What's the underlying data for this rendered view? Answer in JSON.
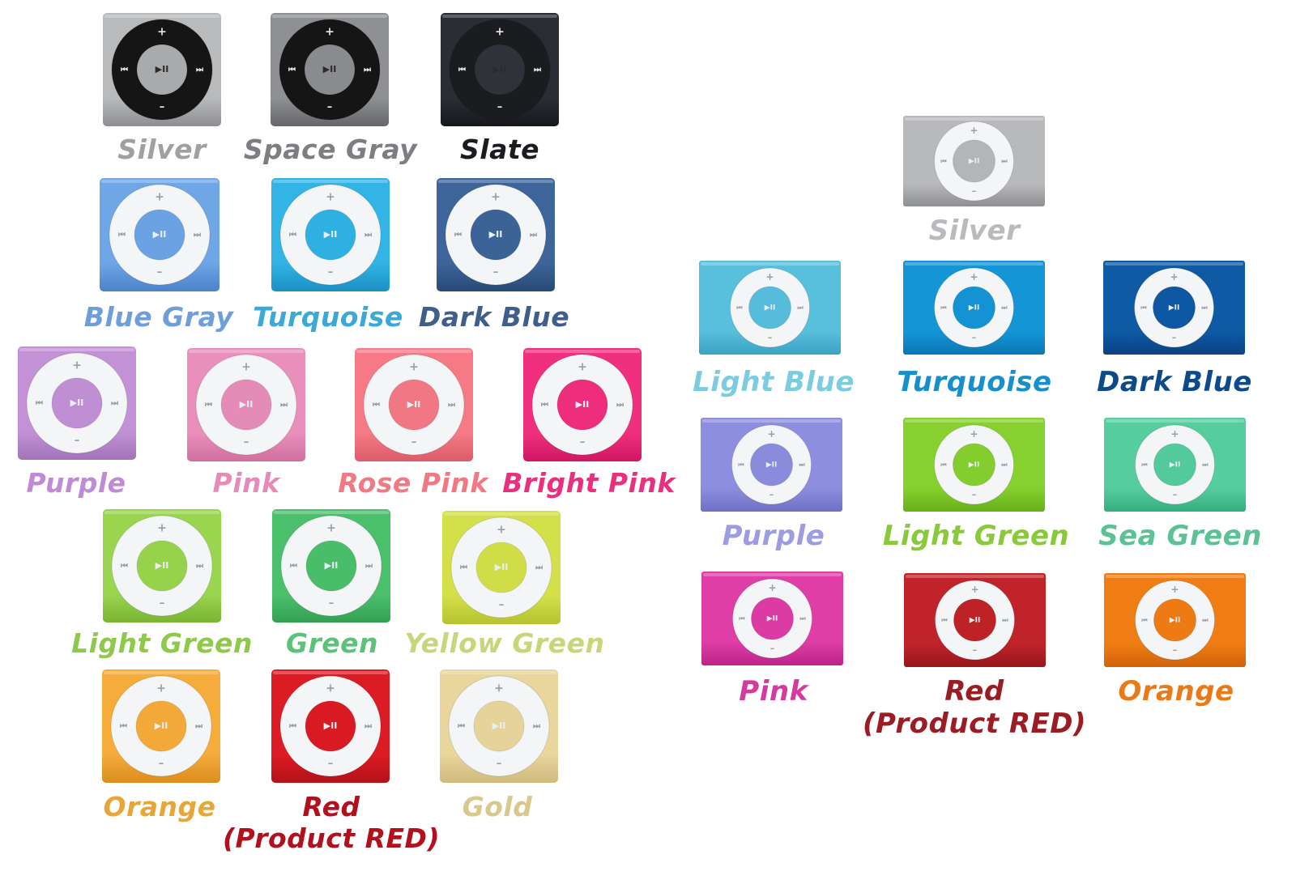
{
  "groups": {
    "shuffle_4th_gen": {
      "items": [
        {
          "id": "silver",
          "label": "Silver",
          "body": "#b9babc",
          "body_dark": "#8d8e91",
          "ring": "#151515",
          "center": "#a9aaac",
          "text": "#a0a0a3"
        },
        {
          "id": "space-gray",
          "label": "Space Gray",
          "body": "#8f9093",
          "body_dark": "#66676a",
          "ring": "#151515",
          "center": "#8a8b8e",
          "text": "#7d7e81"
        },
        {
          "id": "slate",
          "label": "Slate",
          "body": "#2a2d33",
          "body_dark": "#16181c",
          "ring": "#1b1c20",
          "center": "#2f3238",
          "text": "#1b1c20"
        },
        {
          "id": "blue-gray",
          "label": "Blue Gray",
          "body": "#6fa6e6",
          "body_dark": "#4b82c9",
          "ring": "#f4f5f7",
          "center": "#6aa2e3",
          "text": "#6f9fd8"
        },
        {
          "id": "turquoise",
          "label": "Turquoise",
          "body": "#32b4e6",
          "body_dark": "#1b8fc2",
          "ring": "#f4f5f7",
          "center": "#2fb0e2",
          "text": "#3aa9d6"
        },
        {
          "id": "dark-blue",
          "label": "Dark Blue",
          "body": "#3d6599",
          "body_dark": "#294a77",
          "ring": "#f4f5f7",
          "center": "#3c6396",
          "text": "#3f5f8a"
        },
        {
          "id": "purple",
          "label": "Purple",
          "body": "#c291d6",
          "body_dark": "#a273b8",
          "ring": "#f4f5f7",
          "center": "#bf8ed3",
          "text": "#c08bd6"
        },
        {
          "id": "pink",
          "label": "Pink",
          "body": "#e98fbb",
          "body_dark": "#cf6f9e",
          "ring": "#f4f5f7",
          "center": "#e58bb7",
          "text": "#e68ab8"
        },
        {
          "id": "rose-pink",
          "label": "Rose Pink",
          "body": "#f57a86",
          "body_dark": "#dc5c69",
          "ring": "#f4f5f7",
          "center": "#f27784",
          "text": "#f07984"
        },
        {
          "id": "bright-pink",
          "label": "Bright Pink",
          "body": "#f0307e",
          "body_dark": "#cf1762",
          "ring": "#f4f5f7",
          "center": "#ee2d7c",
          "text": "#ea2f7e"
        },
        {
          "id": "light-green",
          "label": "Light Green",
          "body": "#9ad54f",
          "body_dark": "#79b433",
          "ring": "#f4f5f7",
          "center": "#97d24c",
          "text": "#8ec94a"
        },
        {
          "id": "green",
          "label": "Green",
          "body": "#4bc06c",
          "body_dark": "#33a052",
          "ring": "#f4f5f7",
          "center": "#49bd6a",
          "text": "#5cc27a"
        },
        {
          "id": "yellow-green",
          "label": "Yellow Green",
          "body": "#d4e04a",
          "body_dark": "#b6c22e",
          "ring": "#f4f5f7",
          "center": "#d1dd47",
          "text": "#c8d67a"
        },
        {
          "id": "orange",
          "label": "Orange",
          "body": "#f5ac3a",
          "body_dark": "#db8c1d",
          "ring": "#f4f5f7",
          "center": "#f2a937",
          "text": "#e8a638"
        },
        {
          "id": "red",
          "label": "Red",
          "label2": "(Product RED)",
          "body": "#dc1c24",
          "body_dark": "#b3111a",
          "ring": "#f4f5f7",
          "center": "#d91a22",
          "text": "#b3101e"
        },
        {
          "id": "gold",
          "label": "Gold",
          "body": "#e9d69c",
          "body_dark": "#cfba7c",
          "ring": "#f4f5f7",
          "center": "#e6d399",
          "text": "#d9c88e"
        }
      ]
    },
    "shuffle_2nd_gen": {
      "items": [
        {
          "id": "silver",
          "label": "Silver",
          "body": "#b8b9bb",
          "body_dark": "#8e8f92",
          "center": "#b4b5b7",
          "text": "#b9babd"
        },
        {
          "id": "light-blue",
          "label": "Light Blue",
          "body": "#58c0dd",
          "body_dark": "#3aa2c2",
          "center": "#55bddb",
          "text": "#7ccce0"
        },
        {
          "id": "turquoise",
          "label": "Turquoise",
          "body": "#1496d6",
          "body_dark": "#0a76b4",
          "center": "#1393d3",
          "text": "#1690cc"
        },
        {
          "id": "dark-blue",
          "label": "Dark Blue",
          "body": "#0f5aa5",
          "body_dark": "#0a4284",
          "center": "#0e57a2",
          "text": "#0d4a8a"
        },
        {
          "id": "purple",
          "label": "Purple",
          "body": "#8e8ee0",
          "body_dark": "#6f6fc4",
          "center": "#8b8bdd",
          "text": "#9c9ce0"
        },
        {
          "id": "light-green",
          "label": "Light Green",
          "body": "#86d02f",
          "body_dark": "#66b01a",
          "center": "#83cd2c",
          "text": "#8ac93c"
        },
        {
          "id": "sea-green",
          "label": "Sea Green",
          "body": "#55cd9e",
          "body_dark": "#36ad80",
          "center": "#52ca9b",
          "text": "#5cc296"
        },
        {
          "id": "pink",
          "label": "Pink",
          "body": "#df3ea6",
          "body_dark": "#bd2487",
          "center": "#dc3ba3",
          "text": "#d43aa0"
        },
        {
          "id": "red",
          "label": "Red",
          "label2": "(Product RED)",
          "body": "#c0242a",
          "body_dark": "#98161b",
          "center": "#bd2227",
          "text": "#9b1c22"
        },
        {
          "id": "orange",
          "label": "Orange",
          "body": "#f07d14",
          "body_dark": "#cf620a",
          "center": "#ed7a12",
          "text": "#ea7a17"
        }
      ]
    }
  },
  "controls": {
    "plus": "+",
    "minus": "–",
    "play": "▶II",
    "prev": "⏮",
    "next": "⏭"
  }
}
